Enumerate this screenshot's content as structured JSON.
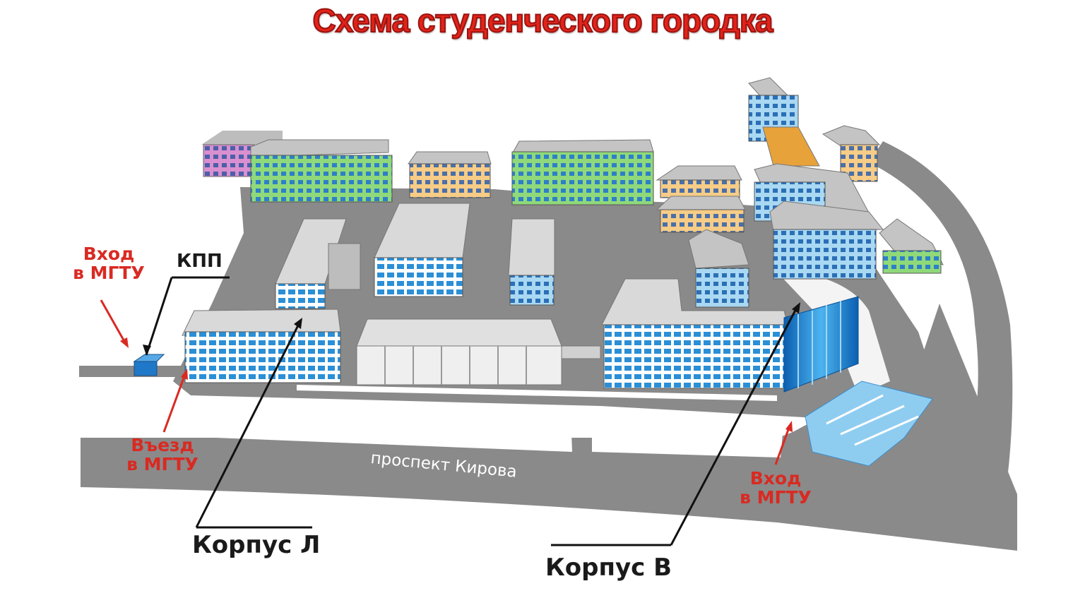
{
  "title": "Схема студенческого городка",
  "street": "проспект Кирова",
  "labels": {
    "entry_left": {
      "line1": "Вход",
      "line2": "в МГТУ"
    },
    "checkpoint": "КПП",
    "vehicle_entry": {
      "line1": "Въезд",
      "line2": "в МГТУ"
    },
    "entry_right": {
      "line1": "Вход",
      "line2": "в МГТУ"
    },
    "building_l": "Корпус Л",
    "building_v": "Корпус В"
  },
  "colors": {
    "title": "#e2231a",
    "entry_labels": "#d92a22",
    "road": "#8a8a8a",
    "building_green": "#8fd97a",
    "building_orange": "#f6cc86",
    "building_pink": "#d98fd0",
    "building_blue": "#a9d8f2",
    "building_grey": "#d9d9d9",
    "checkpoint": "#1f78c8"
  }
}
